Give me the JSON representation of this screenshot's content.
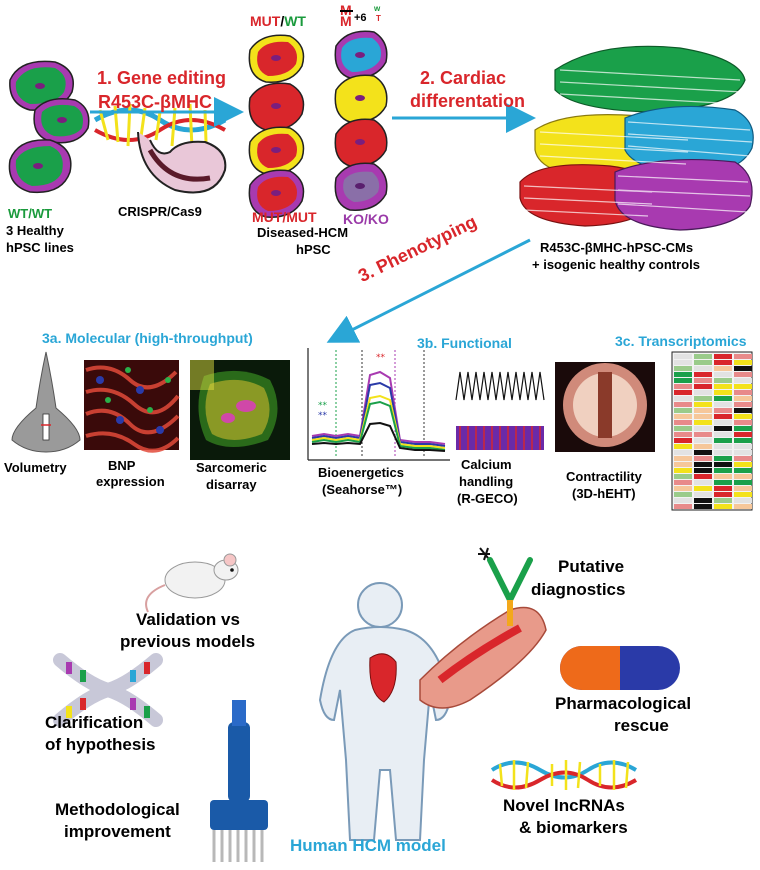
{
  "step1": {
    "label": "1. Gene editing",
    "mutation": "R453C-βMHC",
    "tool": "CRISPR/Cas9"
  },
  "step2": {
    "label": "2. Cardiac",
    "label2": "differentation"
  },
  "step3": {
    "label": "3. Phenotyping"
  },
  "left": {
    "genotype": "WT/WT",
    "line1": "3 Healthy",
    "line2": "hPSC lines"
  },
  "middle": {
    "mut_wt_a": "MUT",
    "mut_wt_sep": "/",
    "mut_wt_b": "WT",
    "mut_mut": "MUT/MUT",
    "ko_ko": "KO/KO",
    "line1": "Diseased-HCM",
    "line2": "hPSC",
    "formula_top": "M",
    "formula_bottom": "M",
    "formula_sup": "w",
    "formula_sub": "T",
    "formula_tail": "+6"
  },
  "right": {
    "line1": "R453C-βMHC-hPSC-CMs",
    "line2": "+ isogenic healthy controls"
  },
  "sections": {
    "molecular": "3a. Molecular (high-throughput)",
    "functional": "3b. Functional",
    "transcriptomics": "3c. Transcriptomics"
  },
  "panels": {
    "volumetry": "Volumetry",
    "bnp1": "BNP",
    "bnp2": "expression",
    "sarc1": "Sarcomeric",
    "sarc2": "disarray",
    "bio1": "Bioenergetics",
    "bio2": "(Seahorse™)",
    "ca1": "Calcium",
    "ca2": "handling",
    "ca3": "(R-GECO)",
    "con1": "Contractility",
    "con2": "(3D-hEHT)"
  },
  "outcomes": {
    "validation1": "Validation vs",
    "validation2": "previous models",
    "clar1": "Clarification",
    "clar2": "of hypothesis",
    "method1": "Methodological",
    "method2": "improvement",
    "diag1": "Putative",
    "diag2": "diagnostics",
    "pharm1": "Pharmacological",
    "pharm2": "rescue",
    "lnc1": "Novel lncRNAs",
    "lnc2": "& biomarkers",
    "model": "Human HCM model"
  },
  "colors": {
    "red": "#d9262b",
    "green": "#1a9a3c",
    "blue": "#2aa6d6",
    "purple": "#9a3aa8",
    "yellow": "#f3e21b",
    "panel": "#fbe6a5"
  }
}
